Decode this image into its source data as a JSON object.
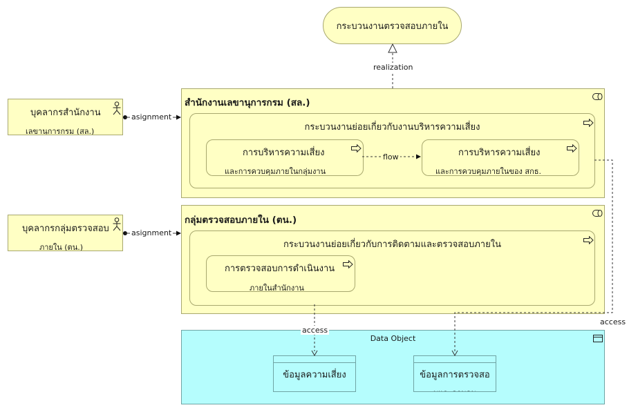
{
  "process_top": {
    "label": "กระบวนงานตรวจสอบภายใน"
  },
  "actors": [
    {
      "line1": "บุคลากรสำนักงาน",
      "line2": "เลขานุการกรม (สล.)"
    },
    {
      "line1": "บุคลากรกลุ่มตรวจสอบ",
      "line2": "ภายใน (ตน.)"
    }
  ],
  "groups": [
    {
      "title": "สำนักงานเลขานุการกรม (สล.)",
      "subprocess": "กระบวนงานย่อยเกี่ยวกับงานบริหารความเสี่ยง",
      "processes": [
        {
          "line1": "การบริหารความเสี่ยง",
          "line2": "และการควบคุมภายในกลุ่มงาน"
        },
        {
          "line1": "การบริหารความเสี่ยง",
          "line2": "และการควบคุมภายในของ สกธ."
        }
      ]
    },
    {
      "title": "กลุ่มตรวจสอบภายใน (ตน.)",
      "subprocess": "กระบวนงานย่อยเกี่ยวกับการติดตามและตรวจสอบภายใน",
      "processes": [
        {
          "line1": "การตรวจสอบการดำเนินงาน",
          "line2": "ภายในสำนักงาน"
        }
      ]
    }
  ],
  "data_group": {
    "title": "Data Object",
    "objects": [
      {
        "line1": "ข้อมูลความเสี่ยง"
      },
      {
        "line1": "ข้อมูลการตรวจสอ",
        "line2": "บและควบคุม"
      }
    ]
  },
  "relations": {
    "realization": "realization",
    "assignment": "asignment",
    "flow": "flow",
    "access": "access"
  },
  "colors": {
    "business": "#ffffc4",
    "data": "#b5fdfd"
  }
}
